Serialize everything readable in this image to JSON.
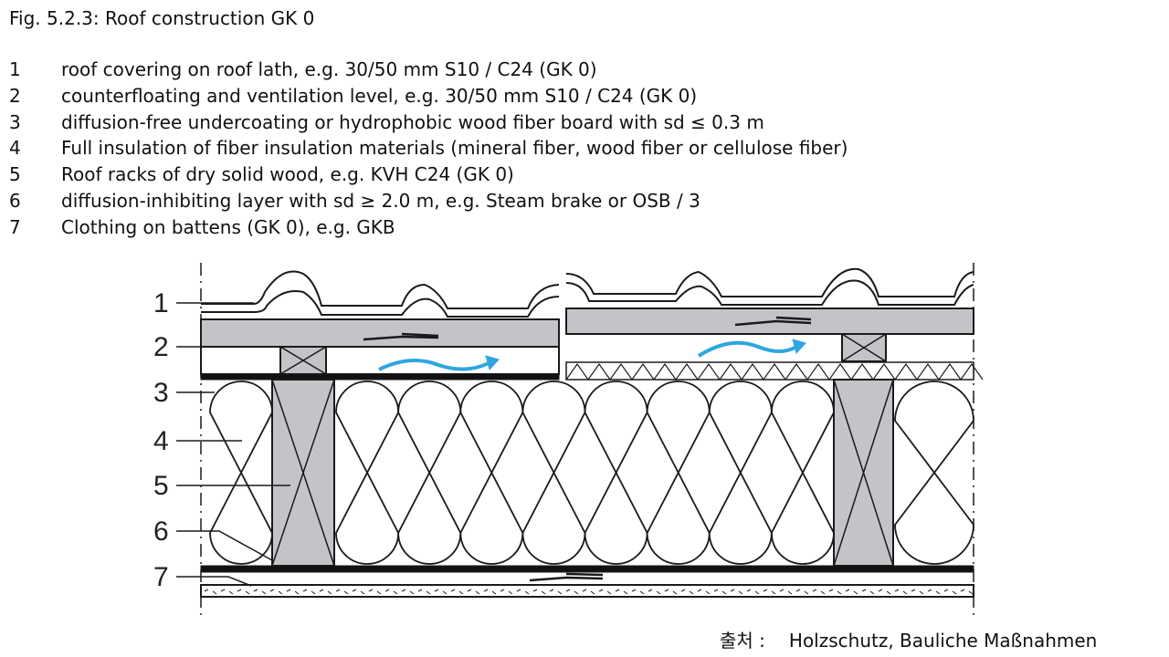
{
  "figure": {
    "title": "Fig. 5.2.3: Roof construction GK 0",
    "items": [
      {
        "num": "1",
        "text": "roof covering on roof lath, e.g. 30/50 mm S10 / C24 (GK 0)"
      },
      {
        "num": "2",
        "text": "counterfloating and ventilation level, e.g. 30/50 mm S10 / C24 (GK 0)"
      },
      {
        "num": "3",
        "text": "diffusion-free undercoating or hydrophobic wood fiber board with sd ≤ 0.3 m"
      },
      {
        "num": "4",
        "text": "Full insulation of fiber insulation materials (mineral fiber, wood fiber or cellulose fiber)"
      },
      {
        "num": "5",
        "text": "Roof racks of dry solid wood, e.g. KVH C24 (GK 0)"
      },
      {
        "num": "6",
        "text": "diffusion-inhibiting layer with sd ≥ 2.0 m, e.g. Steam brake or OSB / 3"
      },
      {
        "num": "7",
        "text": "Clothing on battens (GK 0), e.g. GKB"
      }
    ],
    "diagram_labels": [
      "1",
      "2",
      "3",
      "4",
      "5",
      "6",
      "7"
    ],
    "source_label": "출처 :",
    "source_text": "Holzschutz, Bauliche Maßnahmen"
  },
  "colors": {
    "wood_gray": "#c4c4c8",
    "airflow_blue": "#2ea6e0",
    "line": "#1a1a1a"
  }
}
